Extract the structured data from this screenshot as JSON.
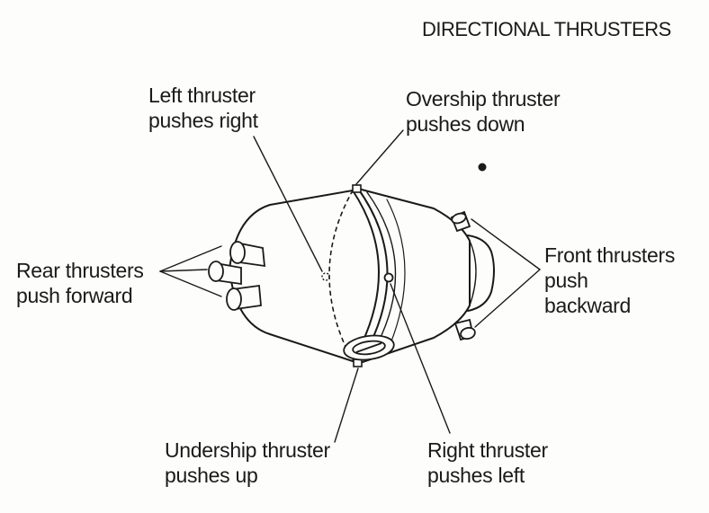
{
  "title": "DIRECTIONAL THRUSTERS",
  "labels": {
    "left": [
      "Left thruster",
      "pushes right"
    ],
    "overship": [
      "Overship thruster",
      "pushes down"
    ],
    "rear": [
      "Rear thrusters",
      "push forward"
    ],
    "front": [
      "Front thrusters",
      "push",
      "backward"
    ],
    "undership": [
      "Undership thruster",
      "pushes up"
    ],
    "right": [
      "Right thruster",
      "pushes left"
    ]
  },
  "colors": {
    "ink": "#1a1a1a",
    "paper": "#fdfdfb"
  }
}
